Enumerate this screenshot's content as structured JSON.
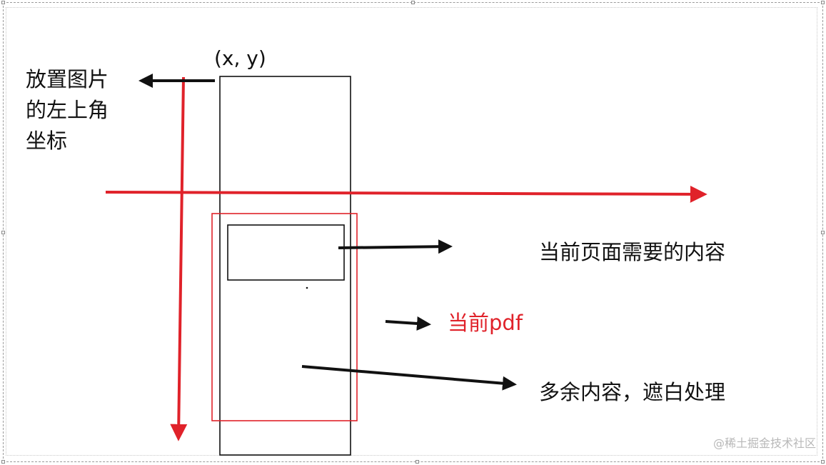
{
  "labels": {
    "coord": "(x, y)",
    "top_left_note": "放置图片的左上角坐标",
    "current_page_content": "当前页面需要的内容",
    "current_pdf": "当前pdf",
    "extra_content": "多余内容，遮白处理"
  },
  "watermark": "@稀土掘金技术社区",
  "colors": {
    "axis_red": "#e0222a",
    "pdf_red": "#e0222a",
    "outline_black": "#111111"
  }
}
